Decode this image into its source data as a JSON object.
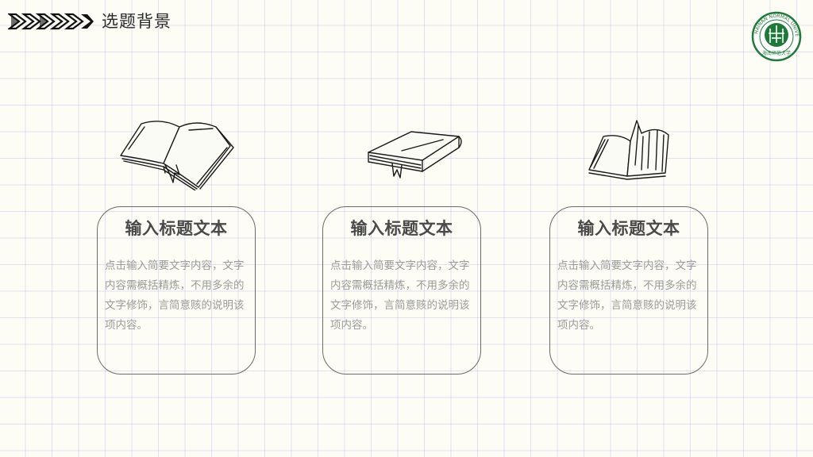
{
  "header": {
    "title": "选题背景"
  },
  "logo": {
    "ring_text": "HAINAN NORMAL UNIVERSITY",
    "bottom_text": "海南师范大学",
    "color": "#1f7a3a"
  },
  "cards": [
    {
      "title": "输入标题文本",
      "body": "点击输入简要文字内容，文字内容需概括精炼，不用多余的文字修饰，言简意赅的说明该项内容。"
    },
    {
      "title": "输入标题文本",
      "body": "点击输入简要文字内容，文字内容需概括精炼，不用多余的文字修饰，言简意赅的说明该项内容。"
    },
    {
      "title": "输入标题文本",
      "body": "点击输入简要文字内容，文字内容需概括精炼，不用多余的文字修饰，言简意赅的说明该项内容。"
    }
  ],
  "colors": {
    "background": "#fdfdf6",
    "grid": "#aaaae6",
    "card_border": "#6a6a6a",
    "title_text": "#4a4a4a",
    "body_text": "#9a9a9a"
  }
}
